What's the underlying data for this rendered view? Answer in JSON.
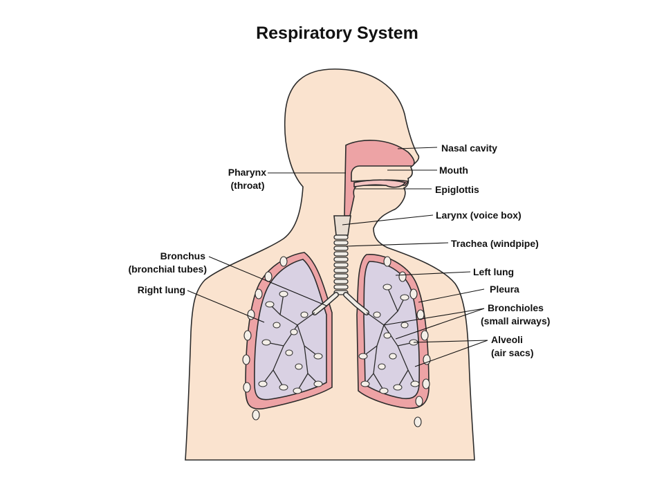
{
  "title": "Respiratory System",
  "colors": {
    "skin": "#fae3cf",
    "airway": "#eda3a5",
    "lung": "#d9d1e3",
    "pleura": "#eda3a5",
    "outline": "#2b2b2b"
  },
  "labels": {
    "nasal_cavity": "Nasal cavity",
    "mouth": "Mouth",
    "epiglottis": "Epiglottis",
    "larynx": "Larynx (voice box)",
    "trachea": "Trachea (windpipe)",
    "left_lung": "Left lung",
    "pleura": "Pleura",
    "bronchioles_1": "Bronchioles",
    "bronchioles_2": "(small airways)",
    "alveoli_1": "Alveoli",
    "alveoli_2": "(air sacs)",
    "pharynx_1": "Pharynx",
    "pharynx_2": "(throat)",
    "bronchus_1": "Bronchus",
    "bronchus_2": "(bronchial tubes)",
    "right_lung": "Right lung"
  }
}
